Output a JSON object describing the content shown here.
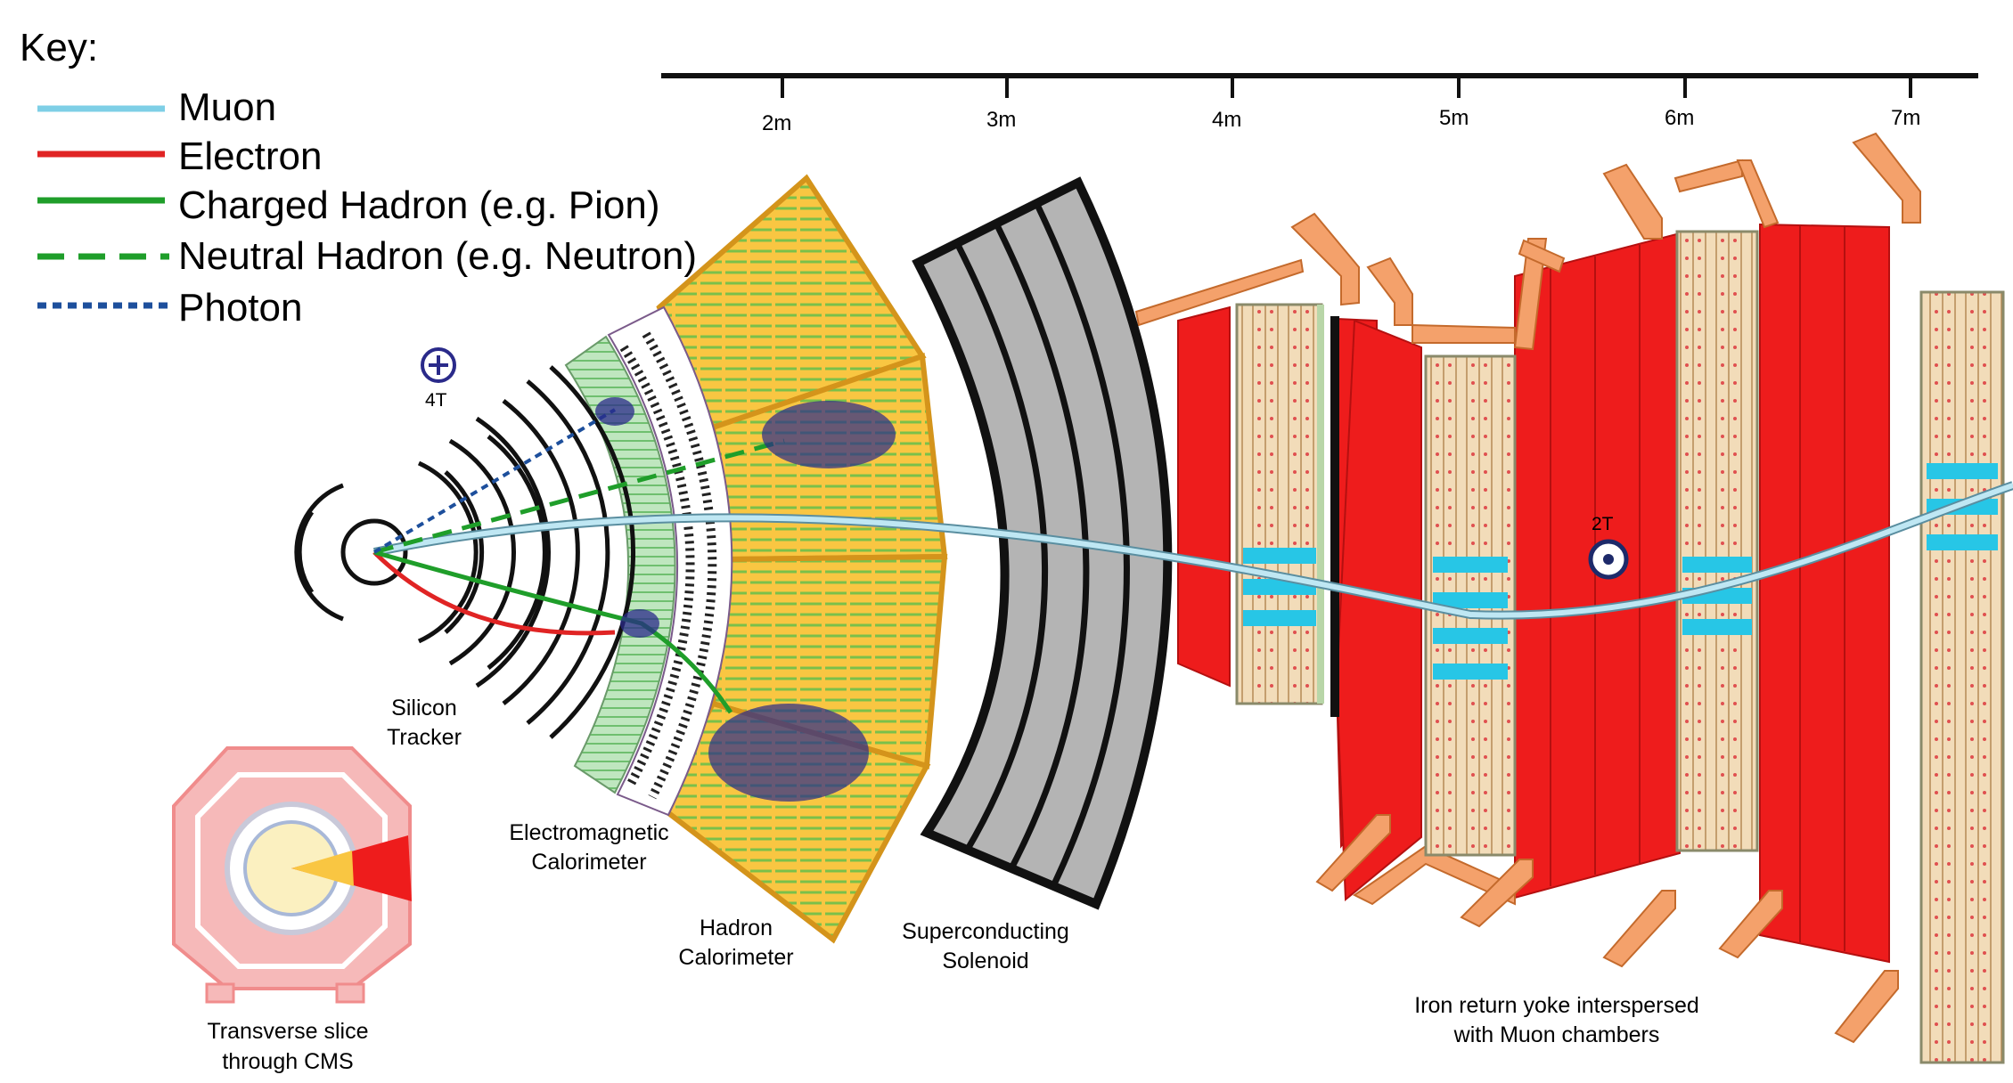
{
  "key": {
    "title": "Key:",
    "items": [
      {
        "label": "Muon",
        "color": "#7ecfe6",
        "style": "solid"
      },
      {
        "label": "Electron",
        "color": "#e02424",
        "style": "solid"
      },
      {
        "label": "Charged Hadron (e.g. Pion)",
        "color": "#1f9e2a",
        "style": "solid"
      },
      {
        "label": "Neutral Hadron (e.g. Neutron)",
        "color": "#1f9e2a",
        "style": "dashed"
      },
      {
        "label": "Photon",
        "color": "#1d4f9c",
        "style": "dotted"
      }
    ]
  },
  "ruler": {
    "ticks": [
      "2m",
      "3m",
      "4m",
      "5m",
      "6m",
      "7m"
    ]
  },
  "field": {
    "inner": "4T",
    "outer": "2T"
  },
  "components": {
    "tracker": [
      "Silicon",
      "Tracker"
    ],
    "ecal": [
      "Electromagnetic",
      "Calorimeter"
    ],
    "hcal": [
      "Hadron",
      "Calorimeter"
    ],
    "solenoid": [
      "Superconducting",
      "Solenoid"
    ],
    "yoke": [
      "Iron return yoke interspersed",
      "with Muon chambers"
    ],
    "slice": [
      "Transverse slice",
      "through CMS"
    ]
  },
  "colors": {
    "yoke_red": "#ee1c1c",
    "yoke_orange": "#f4a16b",
    "hcal_yellow": "#f9c642",
    "hcal_border": "#d4941b",
    "ecal_green": "#b8e3b8",
    "solenoid_grey": "#b4b4b4",
    "muon_chamber": "#f2d9b4",
    "muon_hit": "#27c6e6"
  }
}
